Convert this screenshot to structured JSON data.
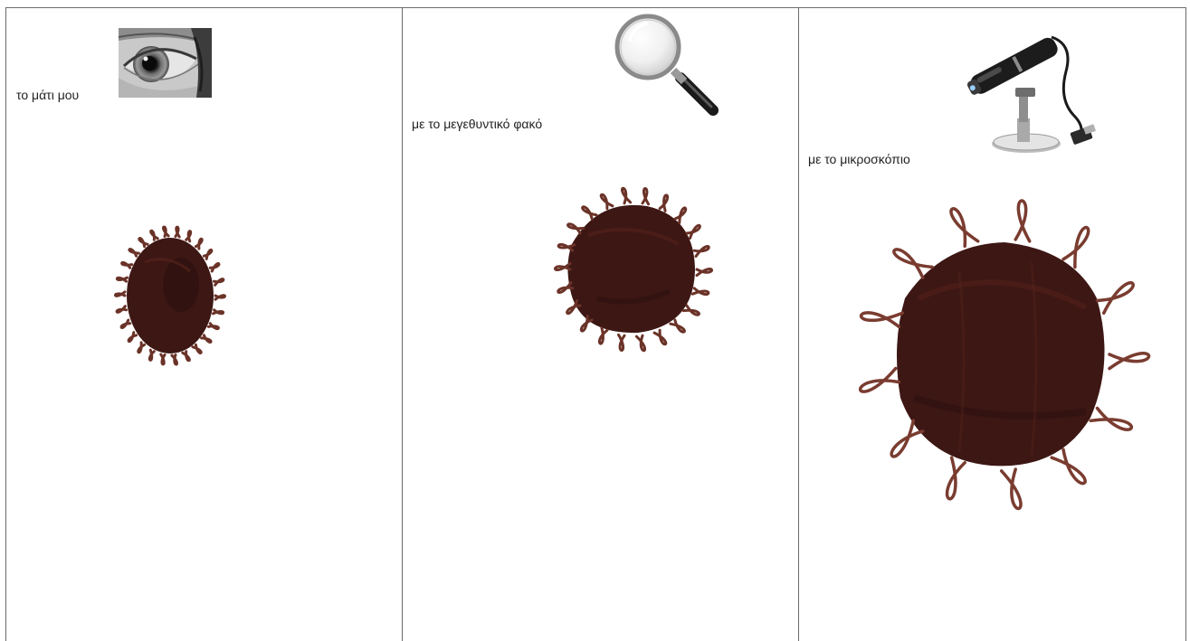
{
  "panels": [
    {
      "label": "το μάτι μου",
      "icon": "eye-icon"
    },
    {
      "label": "με το μεγεθυντικό φακό",
      "icon": "magnifying-glass-icon"
    },
    {
      "label": "με το μικροσκόπιο",
      "icon": "usb-microscope-icon"
    }
  ],
  "colors": {
    "blob_fill": "#3d1714",
    "blob_dark": "#2a0f0d",
    "hair_stroke": "#6b3328",
    "border": "#6b6b6b"
  }
}
